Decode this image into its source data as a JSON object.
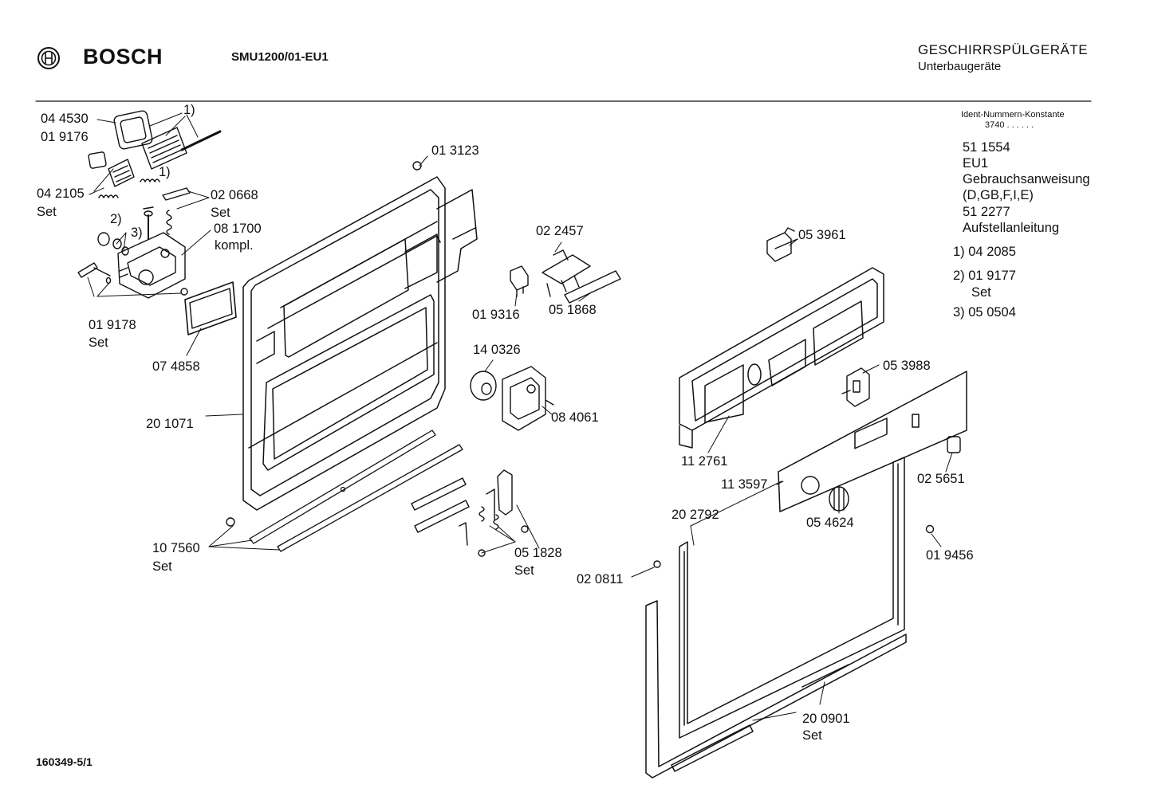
{
  "header": {
    "brand": "BOSCH",
    "model": "SMU1200/01-EU1",
    "category": "GESCHIRRSPÜLGERÄTE",
    "subcategory": "Unterbaugeräte"
  },
  "reference": {
    "ident_title": "Ident-Nummern-Konstante",
    "ident_value": "3740  . .  . . . .",
    "lines": [
      "51 1554",
      "EU1",
      "Gebrauchsanweisung",
      "(D,GB,F,I,E)",
      "51 2277",
      "Aufstellanleitung"
    ],
    "notes": [
      {
        "text": "1) 04 2085"
      },
      {
        "text": "2) 01 9177",
        "sub": "Set"
      },
      {
        "text": "3) 05 0504"
      }
    ]
  },
  "parts": {
    "p044530": "04 4530",
    "p019176": "01 9176",
    "p042105": "04 2105",
    "p042105_set": "Set",
    "n1_a": "1)",
    "n1_b": "1)",
    "n2": "2)",
    "n3": "3)",
    "p020668": "02 0668",
    "p020668_set": "Set",
    "p081700": "08 1700",
    "p081700_kompl": "kompl.",
    "p019178": "01 9178",
    "p019178_set": "Set",
    "p074858": "07 4858",
    "p201071": "20 1071",
    "p013123": "01 3123",
    "p022457": "02 2457",
    "p019316": "01 9316",
    "p051868": "05 1868",
    "p140326": "14 0326",
    "p084061": "08 4061",
    "p107560": "10 7560",
    "p107560_set": "Set",
    "p051828": "05 1828",
    "p051828_set": "Set",
    "p053961": "05 3961",
    "p053988": "05 3988",
    "p112761": "11 2761",
    "p113597": "11 3597",
    "p025651": "02 5651",
    "p202792": "20 2792",
    "p054624": "05 4624",
    "p019456": "01 9456",
    "p020811": "02 0811",
    "p200901": "20 0901",
    "p200901_set": "Set"
  },
  "footer": {
    "doc_number": "160349-5/1"
  }
}
